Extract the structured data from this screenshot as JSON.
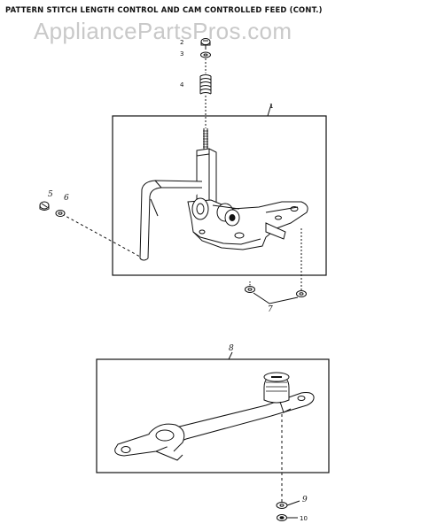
{
  "title": "PATTERN STITCH LENGTH CONTROL AND CAM CONTROLLED FEED  (CONT.)",
  "watermark": "AppliancePartsPros.com",
  "callouts": {
    "c1": "1",
    "c2": "2",
    "c3": "3",
    "c4": "4",
    "c5": "5",
    "c6": "6",
    "c7": "7",
    "c8": "8",
    "c9": "9",
    "c10": "10"
  }
}
